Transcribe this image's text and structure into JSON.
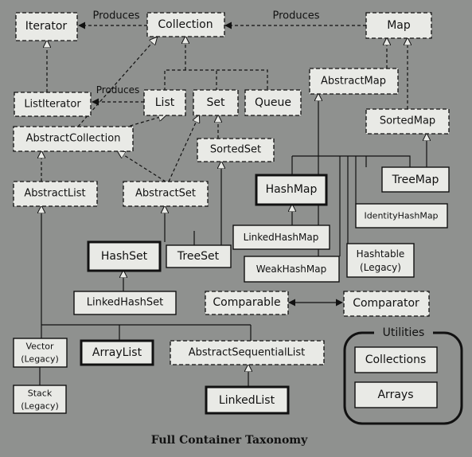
{
  "title": "Full Container Taxonomy",
  "colors": {
    "background": "#8f918f",
    "box": "#e9eae6",
    "line": "#111111"
  },
  "labels": {
    "produces_iterator": "Produces",
    "produces_map": "Produces",
    "produces_list_iterator": "Produces",
    "utilities": "Utilities"
  },
  "nodes": {
    "iterator": "Iterator",
    "collection": "Collection",
    "map": "Map",
    "list_iterator": "ListIterator",
    "list": "List",
    "set": "Set",
    "queue": "Queue",
    "abstract_map": "AbstractMap",
    "sorted_map": "SortedMap",
    "abstract_collection": "AbstractCollection",
    "sorted_set": "SortedSet",
    "abstract_list": "AbstractList",
    "abstract_set": "AbstractSet",
    "hash_map": "HashMap",
    "tree_map": "TreeMap",
    "identity_hash_map": "IdentityHashMap",
    "linked_hash_map": "LinkedHashMap",
    "hash_set": "HashSet",
    "tree_set": "TreeSet",
    "weak_hash_map": "WeakHashMap",
    "hashtable_line1": "Hashtable",
    "hashtable_line2": "(Legacy)",
    "linked_hash_set": "LinkedHashSet",
    "comparable": "Comparable",
    "comparator": "Comparator",
    "vector_line1": "Vector",
    "vector_line2": "(Legacy)",
    "array_list": "ArrayList",
    "abstract_sequential_list": "AbstractSequentialList",
    "collections": "Collections",
    "stack_line1": "Stack",
    "stack_line2": "(Legacy)",
    "linked_list": "LinkedList",
    "arrays": "Arrays"
  }
}
